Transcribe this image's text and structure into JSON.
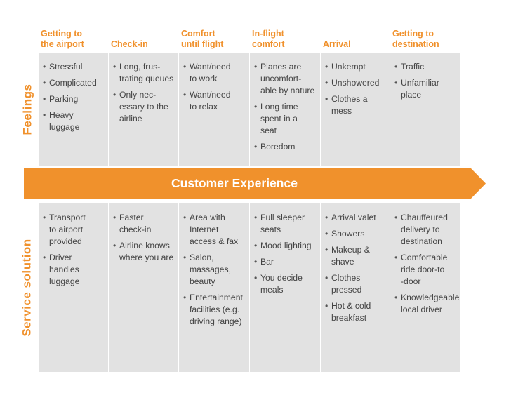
{
  "columns": [
    {
      "id": "airport",
      "label": "Getting to\nthe airport"
    },
    {
      "id": "checkin",
      "label": "Check-in"
    },
    {
      "id": "comfort",
      "label": "Comfort\nuntil flight"
    },
    {
      "id": "inflight",
      "label": "In-flight\ncomfort"
    },
    {
      "id": "arrival",
      "label": "Arrival"
    },
    {
      "id": "destination",
      "label": "Getting to\ndestination"
    }
  ],
  "rows": {
    "feelings": {
      "label": "Feelings",
      "cells": [
        [
          "Stressful",
          "Complicated",
          "Parking",
          "Heavy\nluggage"
        ],
        [
          "Long, frus-\ntrating queues",
          "Only nec-\nessary to the\nairline"
        ],
        [
          "Want/need\nto work",
          "Want/need\nto relax"
        ],
        [
          "Planes are\nuncomfort-\nable by nature",
          "Long time\nspent in a\nseat",
          "Boredom"
        ],
        [
          "Unkempt",
          "Unshowered",
          "Clothes a\nmess"
        ],
        [
          "Traffic",
          "Unfamiliar\nplace"
        ]
      ]
    },
    "service": {
      "label": "Service solution",
      "cells": [
        [
          "Transport\nto airport\nprovided",
          "Driver\nhandles\nluggage"
        ],
        [
          "Faster\ncheck-in",
          "Airline knows\nwhere you are"
        ],
        [
          "Area with\nInternet\naccess & fax",
          "Salon,\nmassages,\nbeauty",
          "Entertainment\nfacilities (e.g.\ndriving range)"
        ],
        [
          "Full sleeper\nseats",
          "Mood lighting",
          "Bar",
          "You decide\nmeals"
        ],
        [
          "Arrival valet",
          "Showers",
          "Makeup &\nshave",
          "Clothes\npressed",
          "Hot & cold\nbreakfast"
        ],
        [
          "Chauffeured\ndelivery to\ndestination",
          "Comfortable\nride door-to\n-door",
          "Knowledgeable\nlocal driver"
        ]
      ]
    }
  },
  "arrow": {
    "label": "Customer Experience"
  },
  "colors": {
    "accent": "#f0912c",
    "cell_bg": "#e2e2e2",
    "text": "#444444"
  }
}
